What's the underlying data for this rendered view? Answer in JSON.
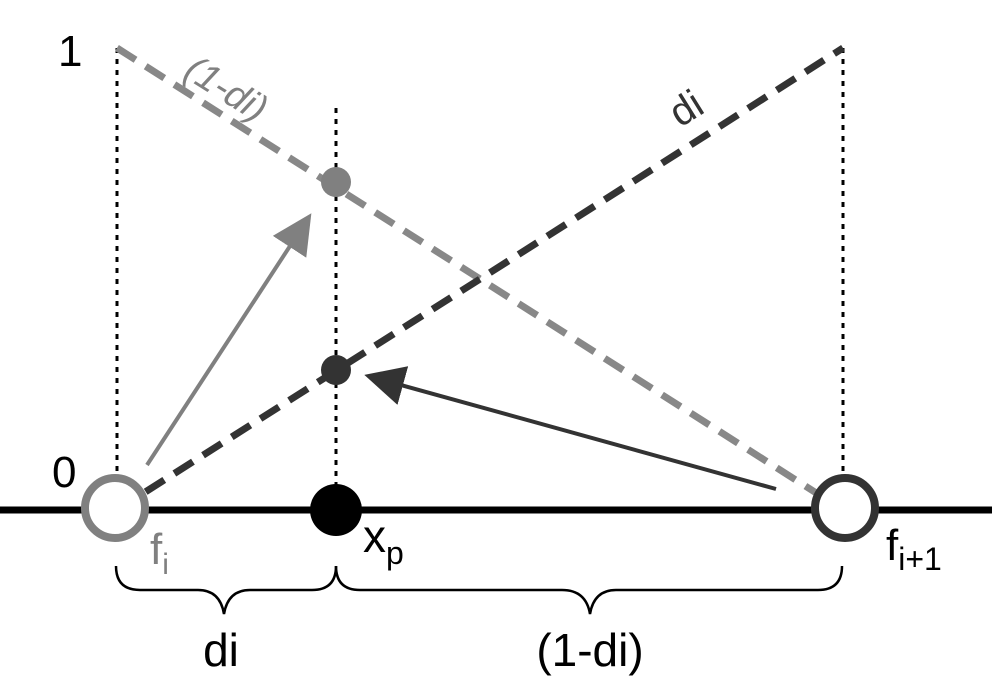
{
  "labels": {
    "one": "1",
    "zero": "0",
    "weight_left_line": "(1-di)",
    "weight_right_line": "di",
    "fi_base": "f",
    "fi_sub": "i",
    "xp_base": "x",
    "xp_sub": "p",
    "fi1_base": "f",
    "fi1_sub": "i+1",
    "brace_left": "di",
    "brace_right": "(1-di)"
  },
  "colors": {
    "black": "#000000",
    "dark": "#333333",
    "gray": "#808080",
    "light_gray": "#888888"
  }
}
